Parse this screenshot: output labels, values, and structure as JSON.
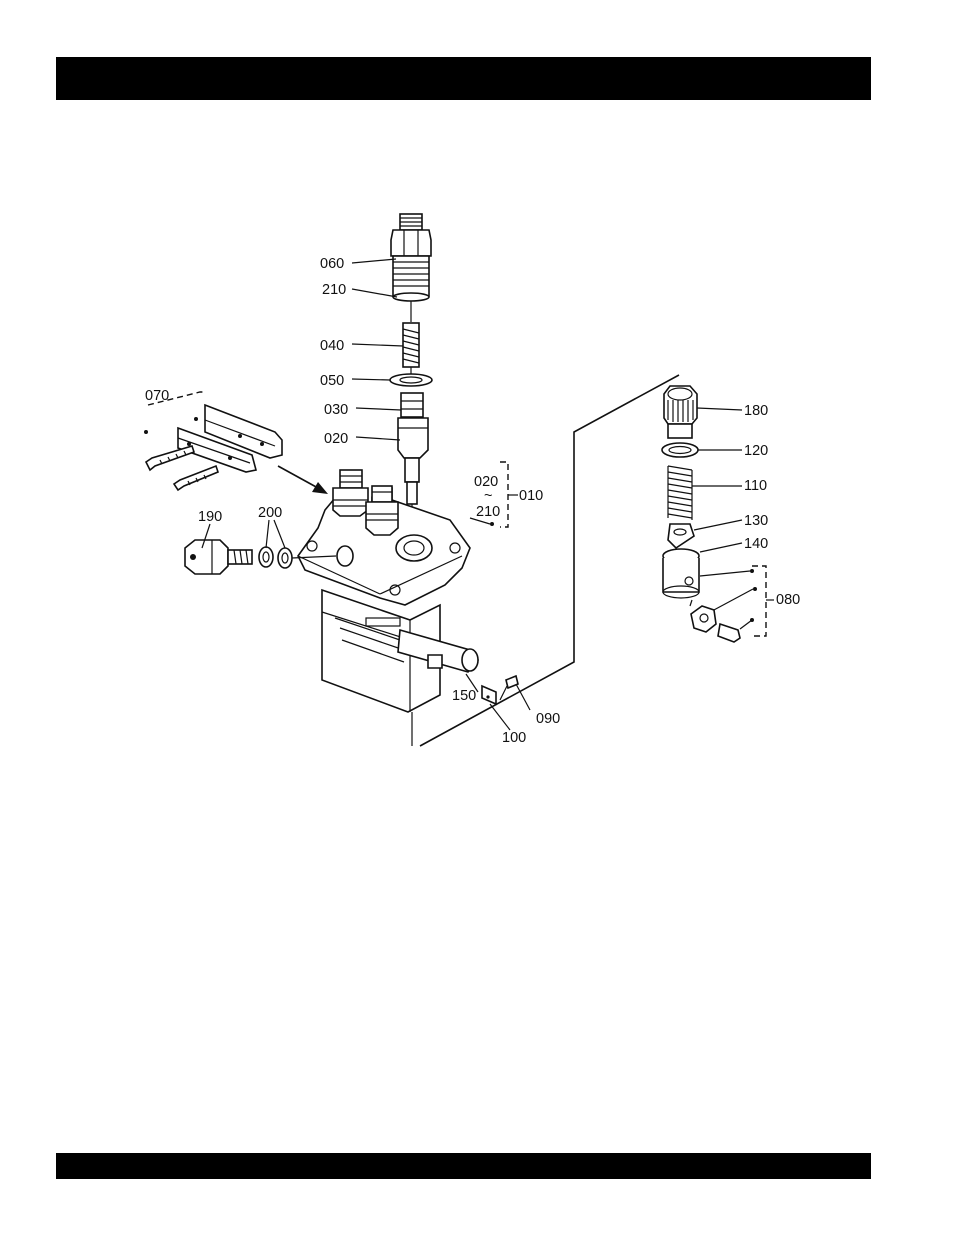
{
  "labels": {
    "p060": "060",
    "p210_top": "210",
    "p040": "040",
    "p050": "050",
    "p030": "030",
    "p020": "020",
    "p070": "070",
    "p190": "190",
    "p200": "200",
    "p020_group": "020",
    "tilde": "~",
    "p210_group": "210",
    "p010": "010",
    "p180": "180",
    "p120": "120",
    "p110": "110",
    "p130": "130",
    "p140": "140",
    "p080": "080",
    "p150": "150",
    "p090": "090",
    "p100": "100"
  }
}
